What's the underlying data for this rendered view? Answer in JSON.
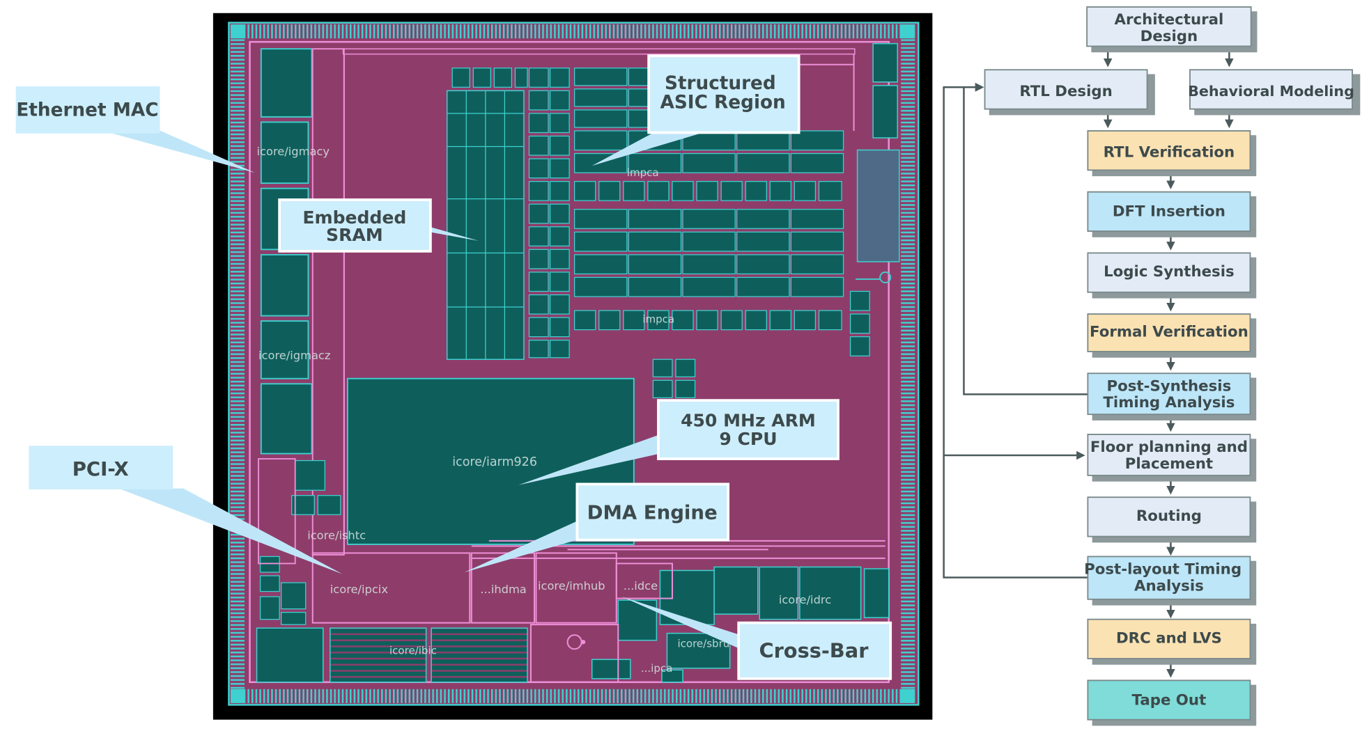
{
  "chip": {
    "callouts": {
      "ethernet_mac": "Ethernet MAC",
      "structured_asic": [
        "Structured",
        "ASIC Region"
      ],
      "embedded_sram": [
        "Embedded",
        "SRAM"
      ],
      "arm_cpu": [
        "450 MHz ARM",
        "9 CPU"
      ],
      "pci_x": "PCI-X",
      "dma_engine": "DMA Engine",
      "cross_bar": "Cross-Bar"
    },
    "block_labels": {
      "gmacy": "icore/igmacy",
      "gmacz": "icore/igmacz",
      "mpca_top": "impca",
      "mpca_mid": "impca",
      "arm": "icore/iarm926",
      "ishtc": "icore/ishtc",
      "ipcix": "icore/ipcix",
      "dma": "...ihdma",
      "imhub": "icore/imhub",
      "dce": "...idce",
      "idrc": "icore/idrc",
      "ibic": "icore/ibic",
      "ipca": "...ipca",
      "sbru": "icore/sbru"
    }
  },
  "flow": {
    "steps": {
      "architectural_design": [
        "Architectural",
        "Design"
      ],
      "rtl_design": "RTL Design",
      "behavioral_modeling": "Behavioral Modeling",
      "rtl_verification": "RTL Verification",
      "dft_insertion": "DFT Insertion",
      "logic_synthesis": "Logic Synthesis",
      "formal_verification": "Formal Verification",
      "post_synthesis_timing": [
        "Post-Synthesis",
        "Timing Analysis"
      ],
      "floor_planning": [
        "Floor planning and",
        "Placement"
      ],
      "routing": "Routing",
      "post_layout_timing": [
        "Post-layout Timing",
        "Analysis"
      ],
      "drc_lvs": "DRC and LVS",
      "tape_out": "Tape Out"
    }
  },
  "colors": {
    "chip_background": "#8e3d6a",
    "block_teal": "#0e5f5c",
    "outline_cyan": "#3fd1cf",
    "outline_pink": "#ee8fd8",
    "callout_fill": "#cdeefc",
    "flow_light": "#e3ecf6",
    "flow_blue": "#bde6f8",
    "flow_orange": "#fbe2b2",
    "flow_teal": "#7fdcd8",
    "arrow": "#4b5a5c"
  }
}
